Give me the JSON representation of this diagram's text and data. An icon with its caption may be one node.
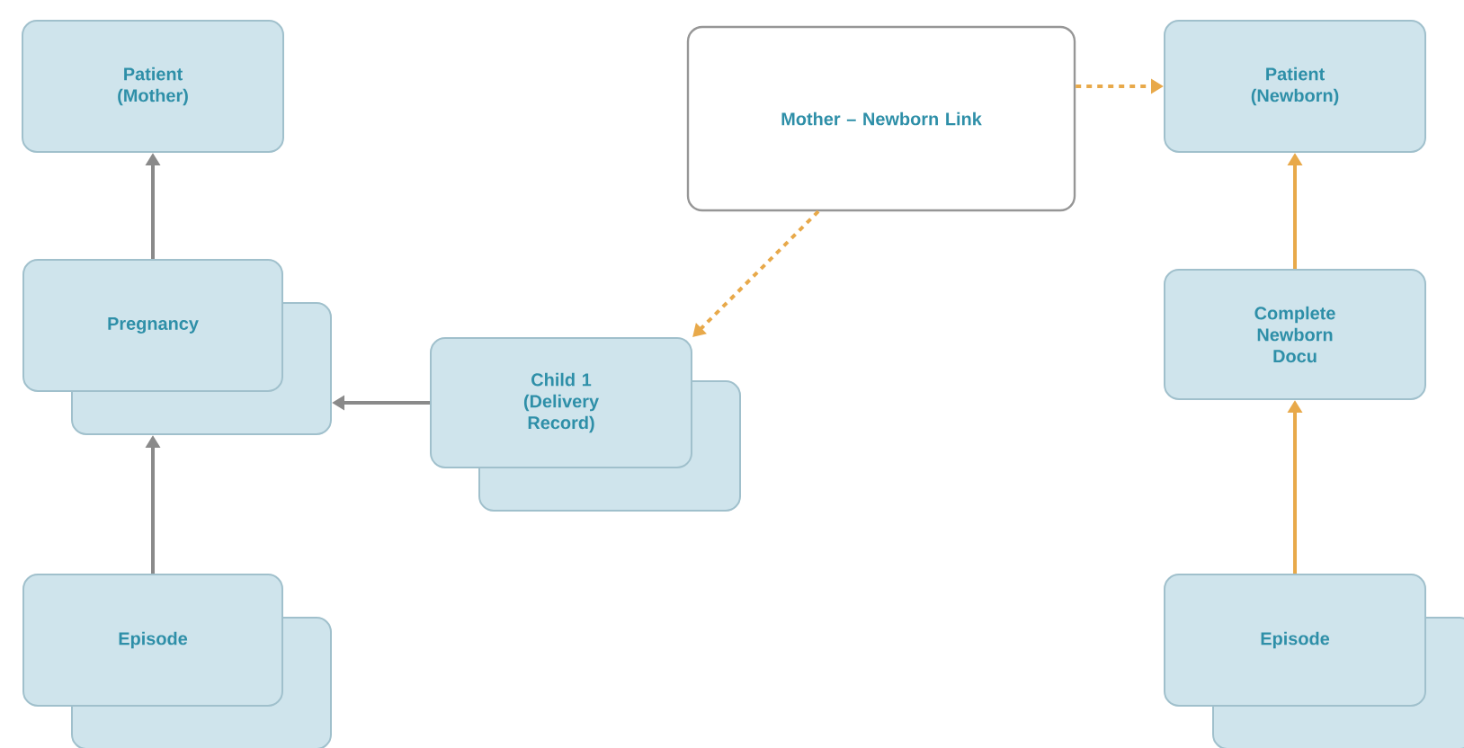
{
  "diagram": {
    "nodes": [
      {
        "text": [
          "Patient (Mother)"
        ]
      },
      {
        "text": [
          "Mother – Newborn Link"
        ]
      },
      {
        "text": [
          "Patient (Newborn)"
        ]
      },
      {
        "text": [
          "Pregnancy"
        ]
      },
      {
        "text": [
          "Child 1 (Delivery Record)"
        ]
      },
      {
        "text": [
          "Complete Newborn Docu"
        ]
      },
      {
        "text": [
          "Episode"
        ]
      },
      {
        "text": [
          "Episode"
        ]
      }
    ],
    "edges": [
      {
        "from": 3,
        "to": 0,
        "arrow": "to",
        "color": "#8a8a8a"
      },
      {
        "from": 6,
        "to": 3,
        "arrow": "to",
        "color": "#8a8a8a"
      },
      {
        "from": 4,
        "to": 3,
        "arrow": "to",
        "color": "#8a8a8a"
      },
      {
        "from": 1,
        "to": 2,
        "arrow": "to",
        "style": "dashed",
        "color": "#e8a94a"
      },
      {
        "from": 1,
        "to": 4,
        "arrow": "to",
        "style": "dashed",
        "color": "#e8a94a"
      },
      {
        "from": 5,
        "to": 2,
        "arrow": "to",
        "color": "#e8a94a"
      },
      {
        "from": 7,
        "to": 5,
        "arrow": "to",
        "color": "#e8a94a"
      }
    ]
  }
}
